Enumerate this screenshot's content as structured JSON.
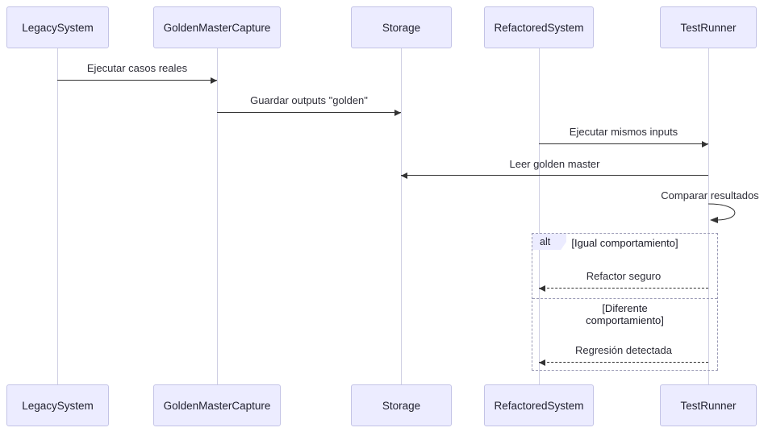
{
  "diagram": {
    "type": "sequence-diagram",
    "actors": [
      {
        "name": "LegacySystem"
      },
      {
        "name": "GoldenMasterCapture"
      },
      {
        "name": "Storage"
      },
      {
        "name": "RefactoredSystem"
      },
      {
        "name": "TestRunner"
      }
    ],
    "messages": [
      {
        "from": "LegacySystem",
        "to": "GoldenMasterCapture",
        "label": "Ejecutar casos reales",
        "style": "solid"
      },
      {
        "from": "GoldenMasterCapture",
        "to": "Storage",
        "label": "Guardar outputs \"golden\"",
        "style": "solid"
      },
      {
        "from": "RefactoredSystem",
        "to": "TestRunner",
        "label": "Ejecutar mismos inputs",
        "style": "solid"
      },
      {
        "from": "TestRunner",
        "to": "Storage",
        "label": "Leer golden master",
        "style": "solid"
      },
      {
        "from": "TestRunner",
        "to": "TestRunner",
        "label": "Comparar resultados",
        "style": "self"
      },
      {
        "from": "TestRunner",
        "to": "RefactoredSystem",
        "label": "Refactor seguro",
        "style": "dashed"
      },
      {
        "from": "TestRunner",
        "to": "RefactoredSystem",
        "label": "Regresión detectada",
        "style": "dashed"
      }
    ],
    "alt_fragment": {
      "label": "alt",
      "conditions": [
        "[Igual comportamiento]",
        "[Diferente comportamiento]"
      ]
    },
    "colors": {
      "actor_fill": "#ECECFF",
      "actor_border": "#c3c3e6",
      "lifeline": "#cfcfe3",
      "arrow": "#333333",
      "frame_border": "#9a9ab5"
    }
  }
}
